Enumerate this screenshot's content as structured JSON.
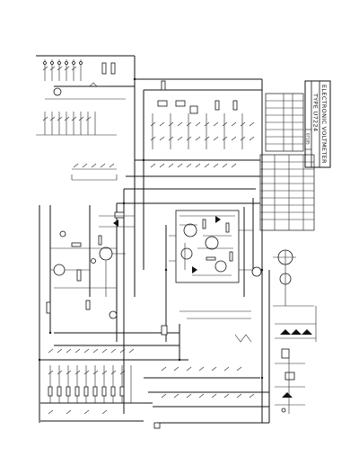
{
  "title_block": {
    "line1": "ELECTRONIC VOLTMETER",
    "line2": "TYPE U7224",
    "ref": "07105"
  }
}
